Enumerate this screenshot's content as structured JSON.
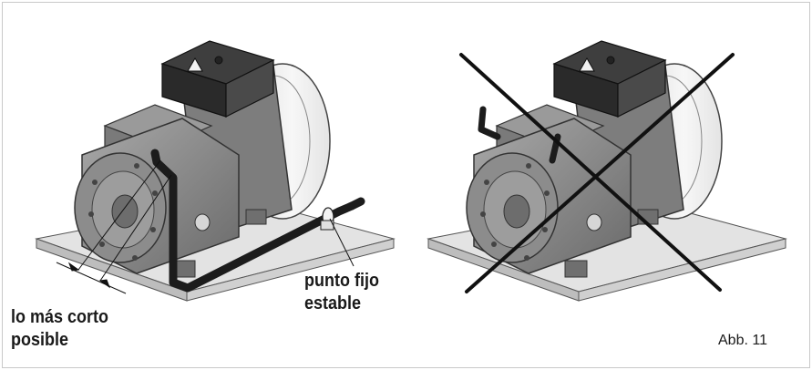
{
  "figure": {
    "left_label": [
      "lo más corto",
      "posible"
    ],
    "fixed_point_label": [
      "punto fijo",
      "estable"
    ],
    "caption": "Abb. 11",
    "colors": {
      "base_plate": "#e3e3e3",
      "compressor_body": "#8a8a8a",
      "pipe": "#1c1c1c",
      "cross": "#111111"
    },
    "icons": [
      "warning-triangle-icon",
      "compressor-illustration",
      "cross-out-mark"
    ]
  }
}
